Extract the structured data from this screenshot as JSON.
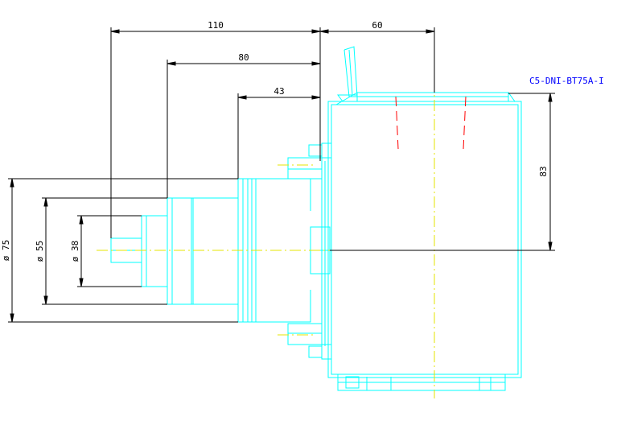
{
  "drawing": {
    "part_label": "C5-DNI-BT75A-I",
    "colors": {
      "outline": "#00ffff",
      "dimension": "#000000",
      "centerline": "#e6e600",
      "hidden": "#ff0000",
      "label": "#0000ff"
    },
    "dimensions": {
      "width_110": "110",
      "width_80": "80",
      "width_43": "43",
      "width_60": "60",
      "height_83": "83",
      "dia_75": "ø 75",
      "dia_55": "ø 55",
      "dia_38": "ø 38"
    }
  }
}
